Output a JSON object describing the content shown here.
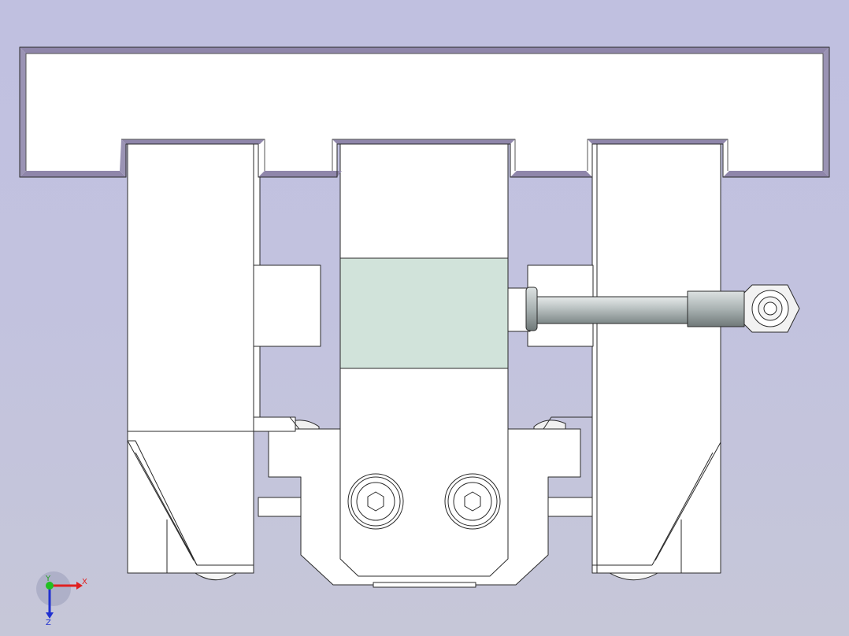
{
  "viewport": {
    "background_top": "#c0c0e0",
    "background_bottom": "#c6c7d8"
  },
  "colors": {
    "part_face": "#ffffff",
    "part_edge": "#2a2a2a",
    "bevel_shade": "#8f86aa",
    "gripper_pad": "#d1e3da",
    "rod_metal": "#b9c1c1"
  },
  "triad": {
    "x_label": "X",
    "y_label": "Y",
    "z_label": "Z",
    "x_color": "#e02020",
    "y_color": "#20c020",
    "z_color": "#2030d0"
  }
}
